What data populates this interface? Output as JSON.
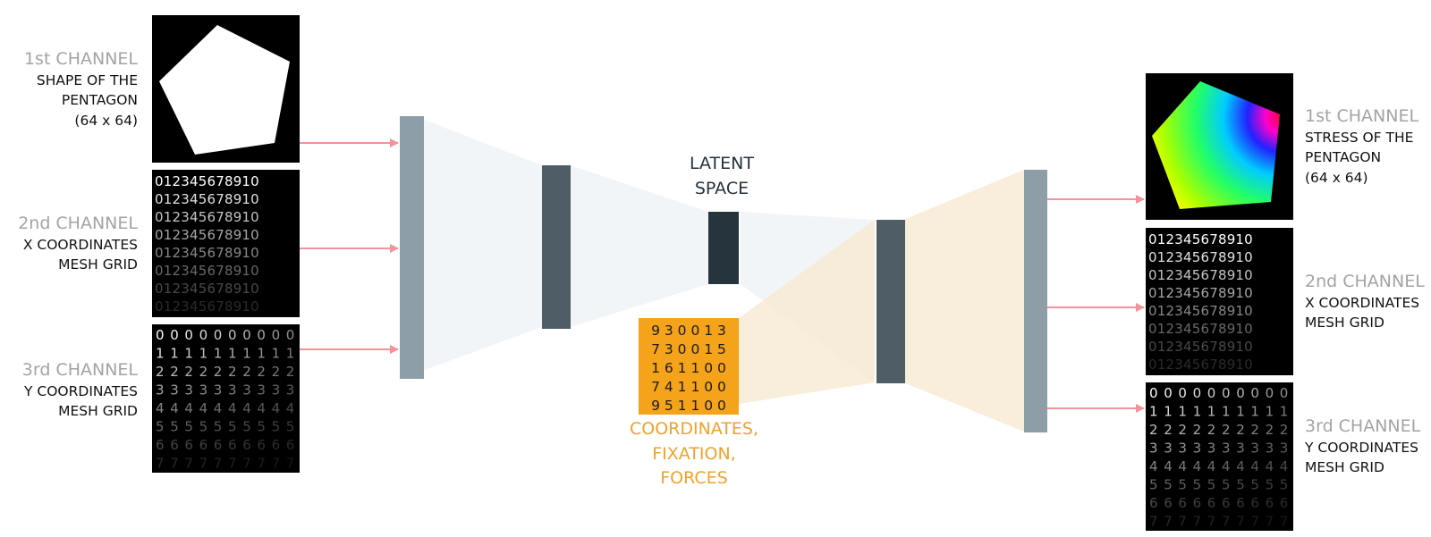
{
  "left_labels": [
    {
      "channel": "1st CHANNEL",
      "lines": [
        "SHAPE OF THE",
        "PENTAGON",
        "(64 x 64)"
      ]
    },
    {
      "channel": "2nd CHANNEL",
      "lines": [
        "X COORDINATES",
        "MESH GRID"
      ]
    },
    {
      "channel": "3rd CHANNEL",
      "lines": [
        "Y COORDINATES",
        "MESH GRID"
      ]
    }
  ],
  "right_labels": [
    {
      "channel": "1st CHANNEL",
      "lines": [
        "STRESS OF THE",
        "PENTAGON",
        "(64 x 64)"
      ]
    },
    {
      "channel": "2nd CHANNEL",
      "lines": [
        "X COORDINATES",
        "MESH GRID"
      ]
    },
    {
      "channel": "3rd CHANNEL",
      "lines": [
        "Y COORDINATES",
        "MESH GRID"
      ]
    }
  ],
  "latent": {
    "lines": [
      "LATENT",
      "SPACE"
    ]
  },
  "extra_inputs": {
    "lines": [
      "COORDINATES,",
      "FIXATION,",
      "FORCES"
    ]
  },
  "matrix_rows": [
    "930013",
    "730015",
    "161100",
    "741100",
    "951100"
  ],
  "x_grid_row": "012345678910",
  "y_grid_digits": [
    "0",
    "1",
    "2",
    "3",
    "4",
    "5",
    "6",
    "7"
  ],
  "colors": {
    "arrow": "#f2939a",
    "outer_layer": "#8e9ea8",
    "inner_layer": "#4f5d66",
    "latent_block": "#25343d",
    "matrix_bg": "#f4a31a",
    "encoder_fill": "#eef1f4",
    "decoder_fill": "#f7e8d2"
  }
}
